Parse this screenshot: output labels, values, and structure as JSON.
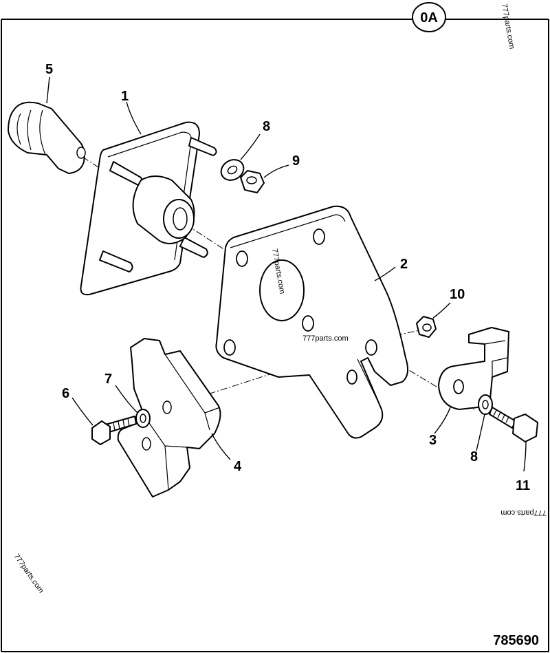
{
  "sheet": {
    "section_badge": "0A",
    "drawing_number": "785690"
  },
  "watermarks": [
    "777parts.com",
    "777parts.com",
    "777parts.com",
    "777parts.com",
    "777parts.com"
  ],
  "callouts": [
    "5",
    "1",
    "8",
    "9",
    "2",
    "10",
    "7",
    "6",
    "4",
    "3",
    "8",
    "11"
  ]
}
